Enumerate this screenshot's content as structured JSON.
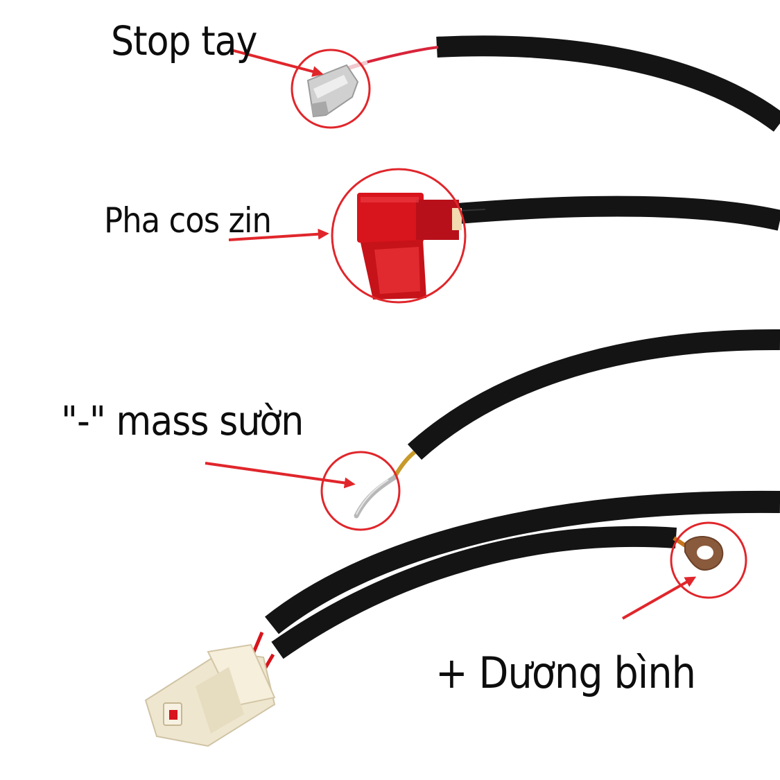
{
  "labels": {
    "stop_tay": "Stop tay",
    "pha_cos_zin": "Pha cos zin",
    "mass_suon": "\"-\" mass sườn",
    "duong_binh": "+ Dương bình"
  },
  "colors": {
    "background": "#ffffff",
    "cable": "#141414",
    "annotation_red": "#e0262b",
    "connector_red": "#d8141c",
    "connector_cream": "#efe6cf",
    "terminal_metal": "#c9c9c9",
    "ring_terminal": "#8a5a3c",
    "label_text": "#0d0d0d"
  },
  "icons": {
    "circle_marker": "highlight-circle",
    "arrow": "red-arrow"
  }
}
